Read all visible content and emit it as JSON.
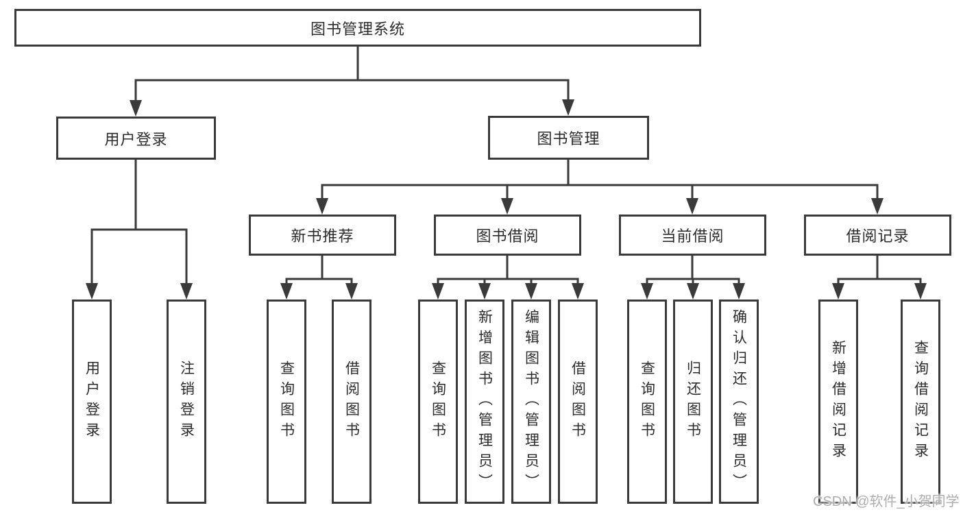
{
  "diagram": {
    "title": "图书管理系统",
    "root": {
      "label": "图书管理系统"
    },
    "branches": [
      {
        "label": "用户登录",
        "children": [
          {
            "label": "用户登录"
          },
          {
            "label": "注销登录"
          }
        ]
      },
      {
        "label": "图书管理",
        "children": [
          {
            "label": "新书推荐",
            "children": [
              {
                "label": "查询图书"
              },
              {
                "label": "借阅图书"
              }
            ]
          },
          {
            "label": "图书借阅",
            "children": [
              {
                "label": "查询图书"
              },
              {
                "label": "新增图书（管理员）"
              },
              {
                "label": "编辑图书（管理员）"
              },
              {
                "label": "借阅图书"
              }
            ]
          },
          {
            "label": "当前借阅",
            "children": [
              {
                "label": "查询图书"
              },
              {
                "label": "归还图书"
              },
              {
                "label": "确认归还（管理员）"
              }
            ]
          },
          {
            "label": "借阅记录",
            "children": [
              {
                "label": "新增借阅记录"
              },
              {
                "label": "查询借阅记录"
              }
            ]
          }
        ]
      }
    ]
  },
  "watermark": {
    "text": "CSDN @软件_小贺同学"
  },
  "colors": {
    "line": "#3a3a3a",
    "box_border": "#3a3a3a",
    "text": "#2b2b2b",
    "watermark": "#adadad",
    "background": "#ffffff"
  }
}
